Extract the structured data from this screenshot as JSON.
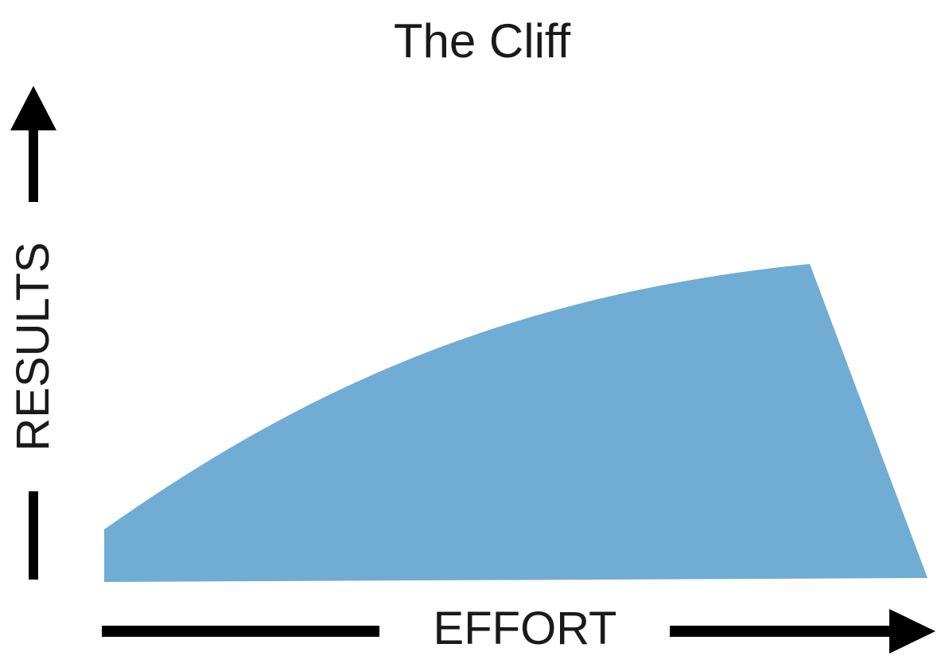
{
  "diagram": {
    "title": "The Cliff",
    "x_axis_label": "EFFORT",
    "y_axis_label": "RESULTS",
    "fill_color": "#70acd4",
    "arrow_color": "#000000",
    "shape": "area rising in a concave curve then dropping steeply at the right (cliff)"
  }
}
